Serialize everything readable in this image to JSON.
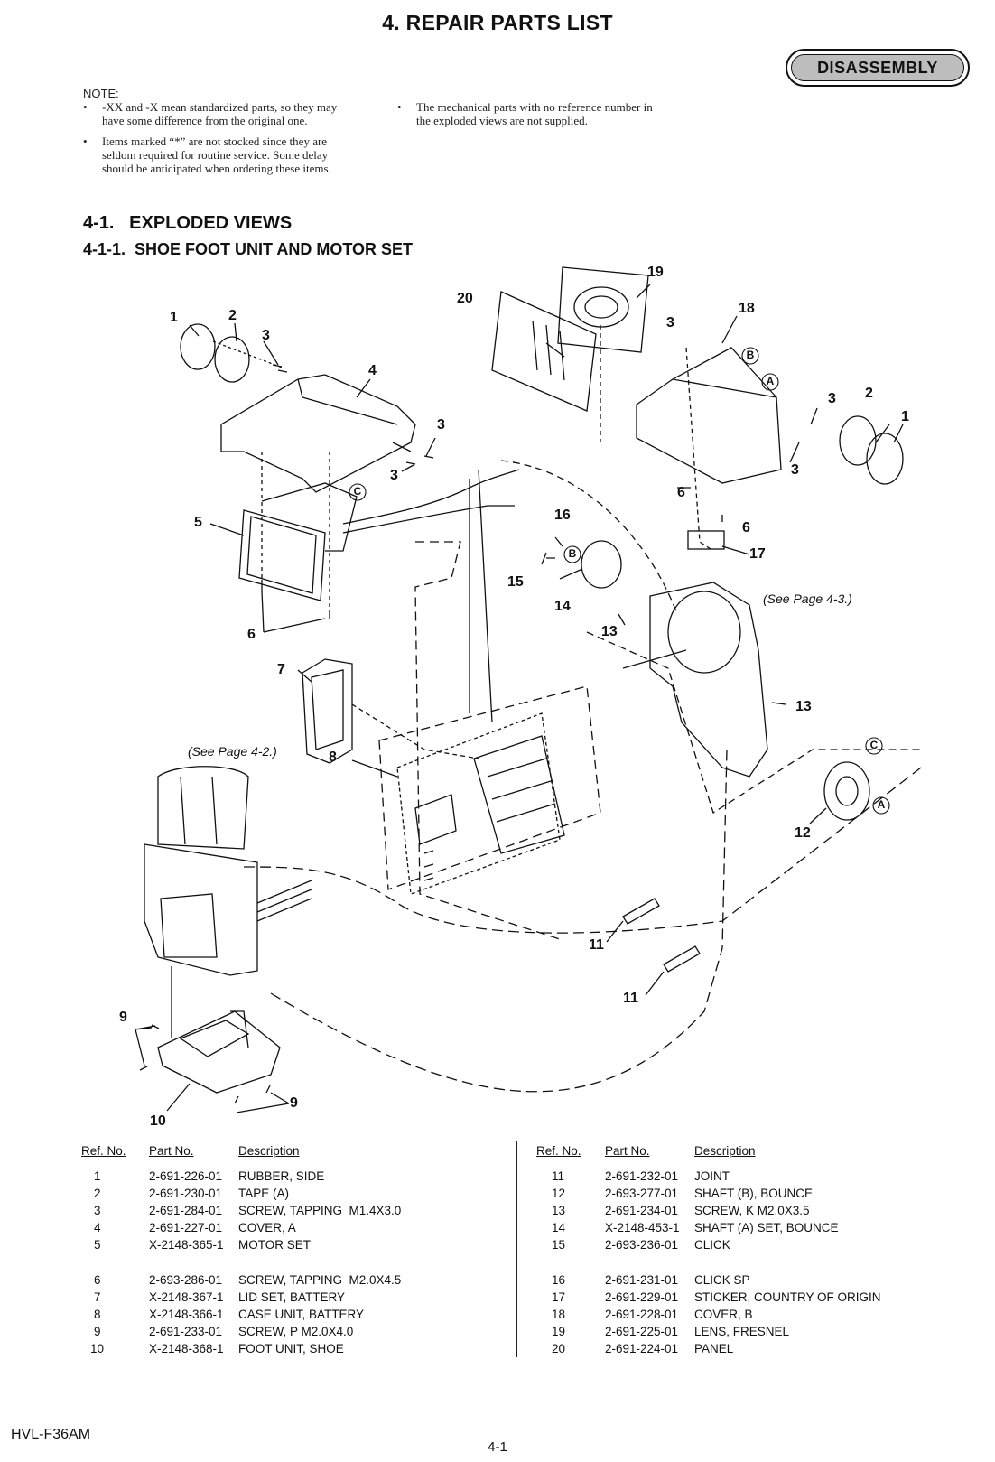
{
  "header": {
    "title": "4. REPAIR PARTS LIST",
    "disassembly_button": "DISASSEMBLY"
  },
  "note": {
    "heading": "NOTE:",
    "bullet_glyph": "•",
    "col1": [
      {
        "lines": [
          "-XX and -X mean standardized parts, so they may",
          "have some difference from the original one."
        ]
      },
      {
        "lines": [
          "Items marked “*” are not stocked since they are",
          "seldom required for routine service. Some delay",
          "should be anticipated when ordering these items."
        ]
      }
    ],
    "col2": [
      {
        "lines": [
          "The mechanical parts with no reference number in",
          "the exploded views are not supplied."
        ]
      }
    ]
  },
  "section": {
    "title": "4-1.   EXPLODED VIEWS",
    "subtitle": "4-1-1.  SHOE FOOT UNIT AND MOTOR SET"
  },
  "diagram": {
    "callouts": [
      "1",
      "2",
      "3",
      "4",
      "3",
      "3",
      "5",
      "6",
      "7",
      "8",
      "9",
      "10",
      "9",
      "20",
      "19",
      "18",
      "3",
      "3",
      "2",
      "1",
      "3",
      "6",
      "6",
      "17",
      "16",
      "15",
      "14",
      "13",
      "13",
      "12",
      "11",
      "11"
    ],
    "markers": [
      "B",
      "A",
      "C",
      "B",
      "C",
      "A"
    ],
    "see_page_top": "(See Page 4-3.)",
    "see_page_left": "(See Page 4-2.)"
  },
  "parts_table": {
    "headers": {
      "ref": "Ref. No.",
      "part": "Part No.",
      "desc": "Description"
    },
    "left": [
      {
        "ref": "1",
        "part": "2-691-226-01",
        "desc": "RUBBER, SIDE"
      },
      {
        "ref": "2",
        "part": "2-691-230-01",
        "desc": "TAPE (A)"
      },
      {
        "ref": "3",
        "part": "2-691-284-01",
        "desc": "SCREW, TAPPING  M1.4X3.0"
      },
      {
        "ref": "4",
        "part": "2-691-227-01",
        "desc": "COVER, A"
      },
      {
        "ref": "5",
        "part": "X-2148-365-1",
        "desc": "MOTOR SET"
      },
      {
        "ref": "6",
        "part": "2-693-286-01",
        "desc": "SCREW, TAPPING  M2.0X4.5"
      },
      {
        "ref": "7",
        "part": "X-2148-367-1",
        "desc": "LID SET, BATTERY"
      },
      {
        "ref": "8",
        "part": "X-2148-366-1",
        "desc": "CASE UNIT, BATTERY"
      },
      {
        "ref": "9",
        "part": "2-691-233-01",
        "desc": "SCREW, P M2.0X4.0"
      },
      {
        "ref": "10",
        "part": "X-2148-368-1",
        "desc": "FOOT UNIT, SHOE"
      }
    ],
    "right": [
      {
        "ref": "11",
        "part": "2-691-232-01",
        "desc": "JOINT"
      },
      {
        "ref": "12",
        "part": "2-693-277-01",
        "desc": "SHAFT (B), BOUNCE"
      },
      {
        "ref": "13",
        "part": "2-691-234-01",
        "desc": "SCREW, K M2.0X3.5"
      },
      {
        "ref": "14",
        "part": "X-2148-453-1",
        "desc": "SHAFT (A) SET, BOUNCE"
      },
      {
        "ref": "15",
        "part": "2-693-236-01",
        "desc": "CLICK"
      },
      {
        "ref": "16",
        "part": "2-691-231-01",
        "desc": "CLICK SP"
      },
      {
        "ref": "17",
        "part": "2-691-229-01",
        "desc": "STICKER, COUNTRY OF ORIGIN"
      },
      {
        "ref": "18",
        "part": "2-691-228-01",
        "desc": "COVER, B"
      },
      {
        "ref": "19",
        "part": "2-691-225-01",
        "desc": "LENS, FRESNEL"
      },
      {
        "ref": "20",
        "part": "2-691-224-01",
        "desc": "PANEL"
      }
    ]
  },
  "footer": {
    "model": "HVL-F36AM",
    "page": "4-1"
  }
}
